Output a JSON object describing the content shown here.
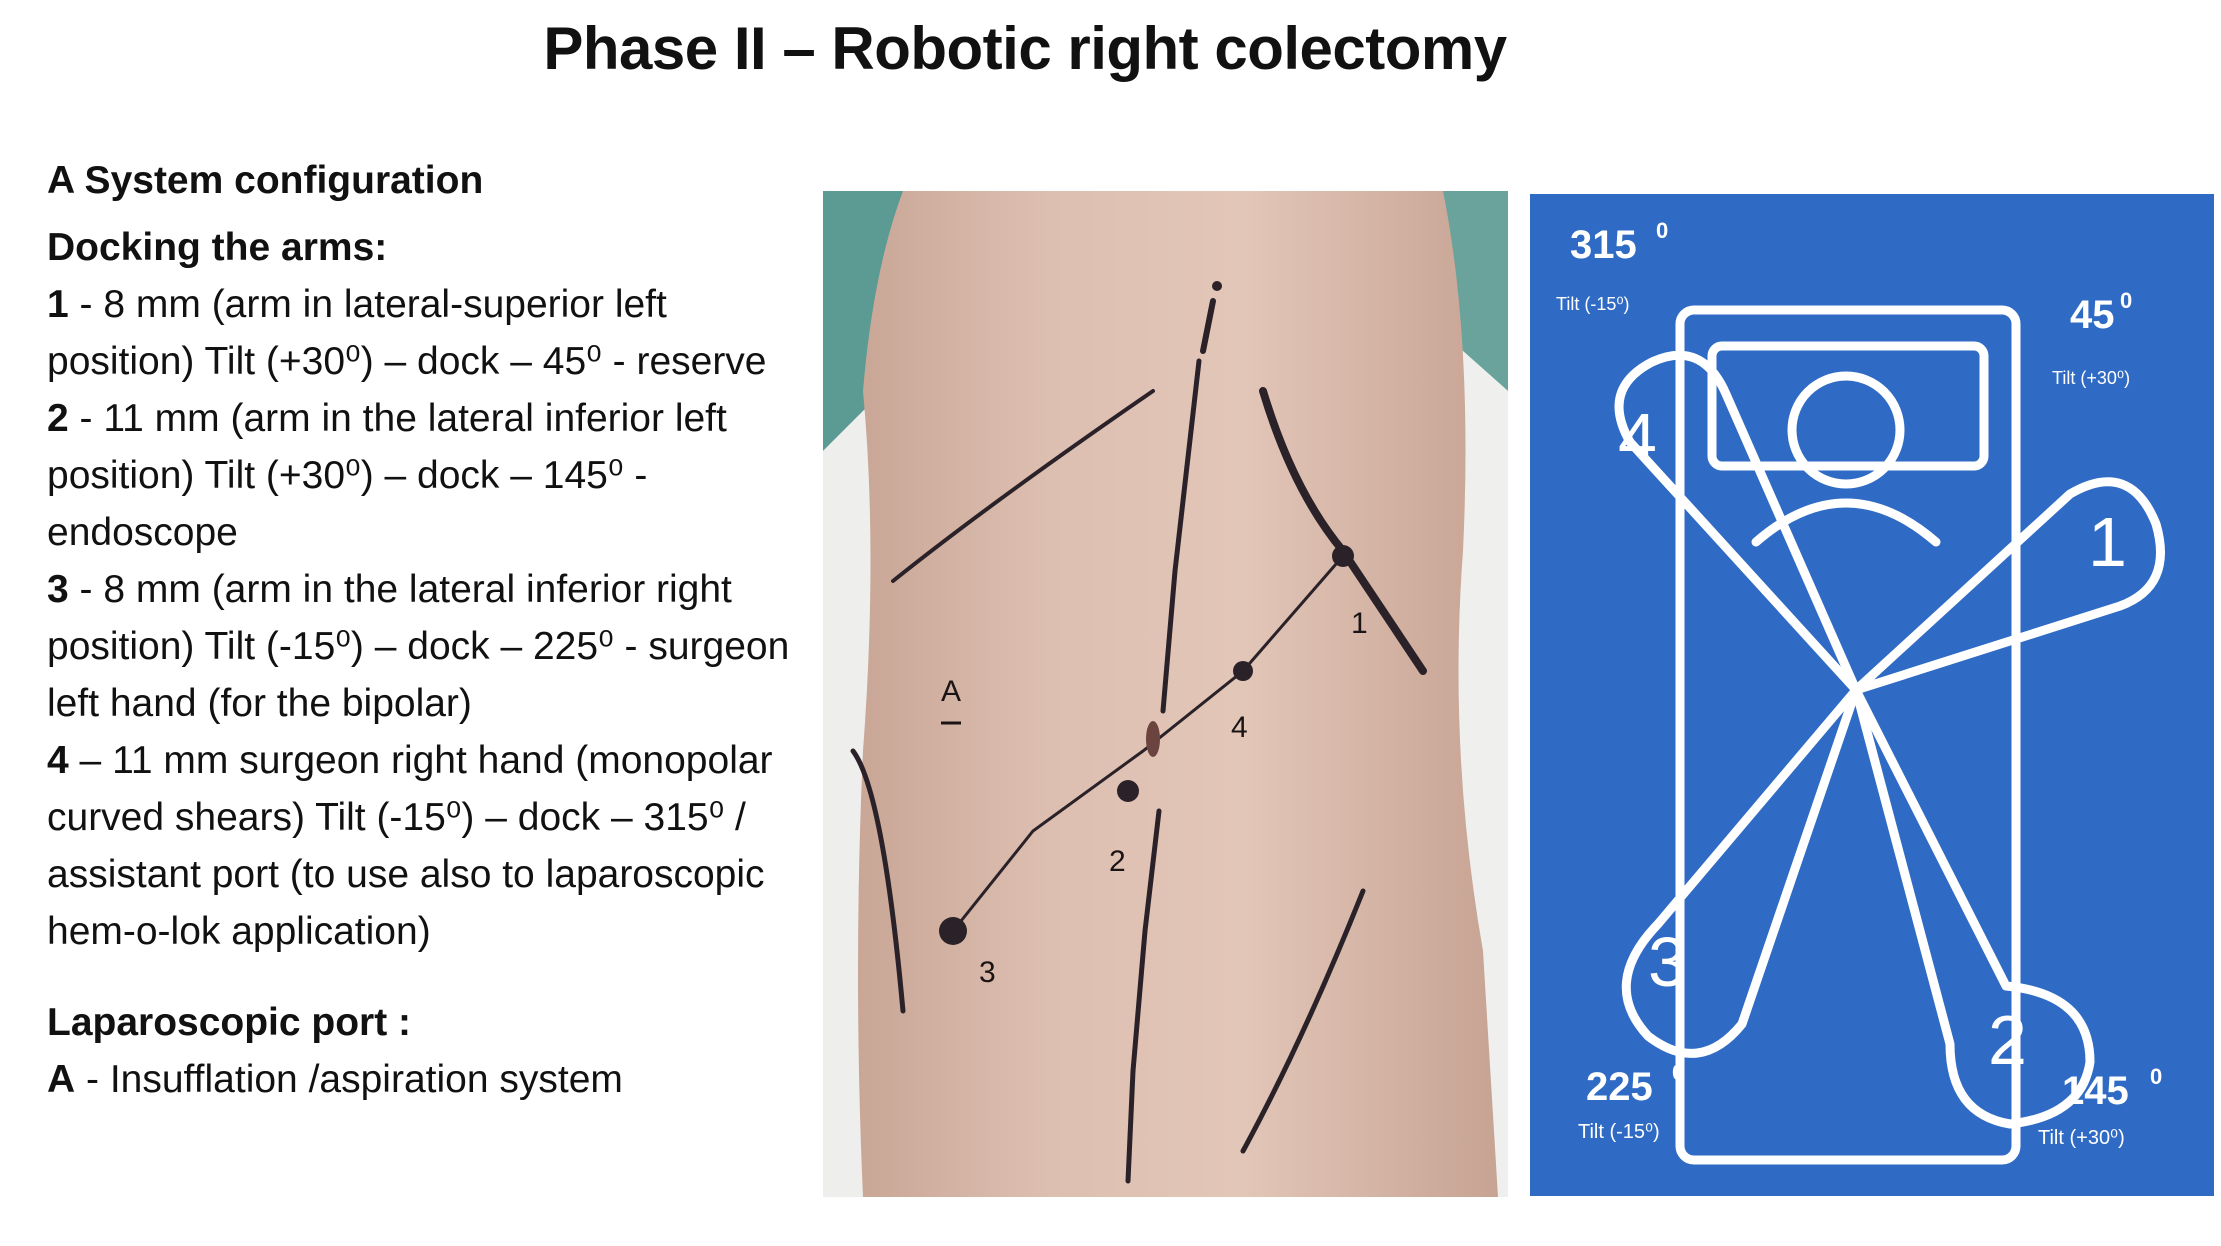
{
  "title": "Phase II – Robotic right colectomy",
  "section_a": {
    "heading": "A System configuration",
    "docking_heading": "Docking the arms:",
    "items": [
      {
        "num": "1",
        "text": " - 8 mm (arm in lateral-superior left position) Tilt (+30⁰) – dock – 45⁰ - reserve"
      },
      {
        "num": "2",
        "text": " - 11 mm (arm in the lateral inferior left position) Tilt (+30⁰) – dock – 145⁰ - endoscope"
      },
      {
        "num": "3",
        "text": " - 8 mm (arm in the lateral inferior right position) Tilt (-15⁰) – dock – 225⁰ - surgeon left hand (for the bipolar)"
      },
      {
        "num": "4",
        "text": " – 11 mm surgeon right hand (monopolar curved shears) Tilt (-15⁰) – dock – 315⁰ / assistant port (to use also to laparoscopic hem-o-lok application)"
      }
    ]
  },
  "laparoscopic": {
    "heading": "Laparoscopic port :",
    "item_num": "A",
    "item_text": " -  Insufflation /aspiration system"
  },
  "photo": {
    "labels": {
      "p1": "1",
      "p2": "2",
      "p3": "3",
      "p4": "4",
      "pA": "A"
    }
  },
  "diagram": {
    "bg_color": "#2f6bc4",
    "arms": {
      "a1": "1",
      "a2": "2",
      "a3": "3",
      "a4": "4"
    },
    "corners": {
      "tl_angle": "315",
      "tl_tilt": "Tilt (-15⁰)",
      "tr_angle": "45",
      "tr_tilt": "Tilt (+30⁰)",
      "bl_angle": "225",
      "bl_tilt": "Tilt (-15⁰)",
      "br_angle": "145",
      "br_tilt": "Tilt (+30⁰)",
      "degree_mark": "0"
    }
  }
}
